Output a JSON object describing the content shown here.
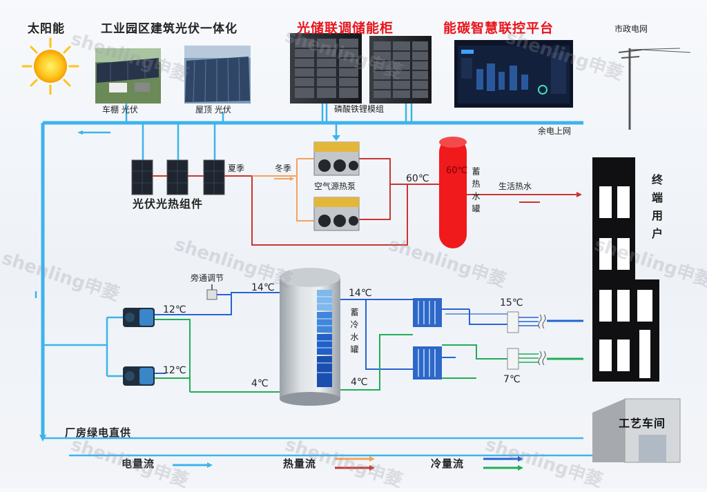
{
  "labels": {
    "solar": "太阳能",
    "industrial_pv": "工业园区建筑光伏一体化",
    "storage_cabinet": "光储联调储能柜",
    "platform": "能碳智慧联控平台",
    "grid": "市政电网",
    "carport_pv": "车棚 光伏",
    "roof_pv": "屋顶 光伏",
    "lfp_module": "磷酸铁锂模组",
    "surplus_grid": "余电上网",
    "pvt_module": "光伏光热组件",
    "summer": "夏季",
    "winter": "冬季",
    "air_heat_pump": "空气源热泵",
    "temp_60_pipe": "60℃",
    "temp_60_tank": "60℃",
    "heat_tank": "蓄热水罐",
    "domestic_hot_water": "生活热水",
    "end_user": "终端用户",
    "bypass": "旁通调节",
    "temp_14_left": "14℃",
    "temp_12_top": "12℃",
    "temp_12_bottom": "12℃",
    "temp_4_left": "4℃",
    "temp_14_right": "14℃",
    "cold_tank": "蓄冷水罐",
    "temp_4_right": "4℃",
    "temp_15": "15℃",
    "temp_7": "7℃",
    "factory_green_power": "厂房绿电直供",
    "workshop": "工艺车间",
    "legend_power": "电量流",
    "legend_heat": "热量流",
    "legend_cold": "冷量流",
    "watermark": "shenling申菱"
  },
  "colors": {
    "power_flow": "#3db3ec",
    "heat_hot": "#c8352e",
    "heat_warm": "#f5a25a",
    "cold_blue": "#2563d4",
    "cold_green": "#1fae57",
    "tank_red": "#f0191c"
  }
}
